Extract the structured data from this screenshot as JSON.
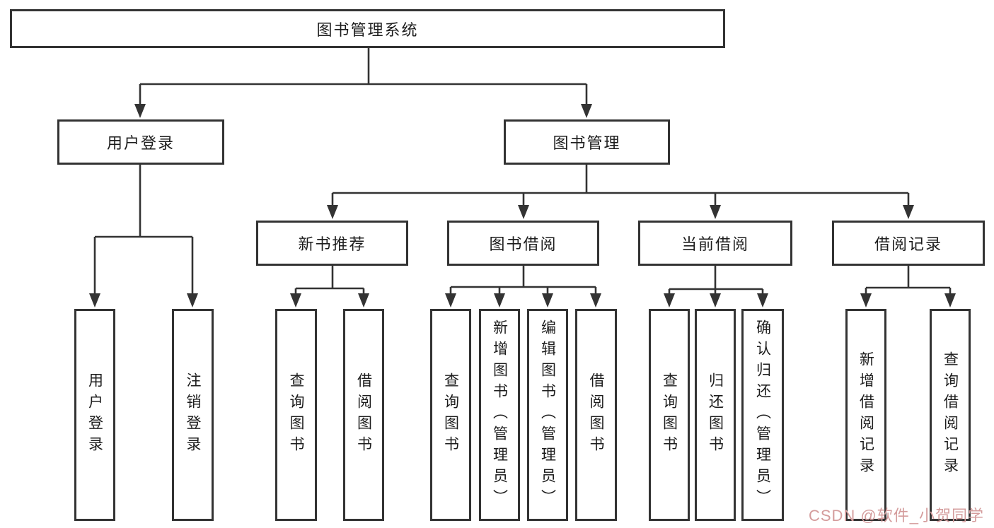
{
  "diagram": {
    "root": {
      "label": "图书管理系统"
    },
    "branches": [
      {
        "label": "用户登录",
        "children": [
          {
            "label": "用户登录"
          },
          {
            "label": "注销登录"
          }
        ]
      },
      {
        "label": "图书管理",
        "children": [
          {
            "label": "新书推荐",
            "children": [
              {
                "label": "查询图书"
              },
              {
                "label": "借阅图书"
              }
            ]
          },
          {
            "label": "图书借阅",
            "children": [
              {
                "label": "查询图书"
              },
              {
                "label": "新增图书（管理员）"
              },
              {
                "label": "编辑图书（管理员）"
              },
              {
                "label": "借阅图书"
              }
            ]
          },
          {
            "label": "当前借阅",
            "children": [
              {
                "label": "查询图书"
              },
              {
                "label": "归还图书"
              },
              {
                "label": "确认归还（管理员）"
              }
            ]
          },
          {
            "label": "借阅记录",
            "children": [
              {
                "label": "新增借阅记录"
              },
              {
                "label": "查询借阅记录"
              }
            ]
          }
        ]
      }
    ]
  },
  "watermark": {
    "text": "CSDN @软件_小贺同学"
  },
  "colors": {
    "line": "#333333",
    "text": "#1c1c1c",
    "background": "#ffffff",
    "box_fill": "#ffffff",
    "watermark": "#d49c9c"
  }
}
